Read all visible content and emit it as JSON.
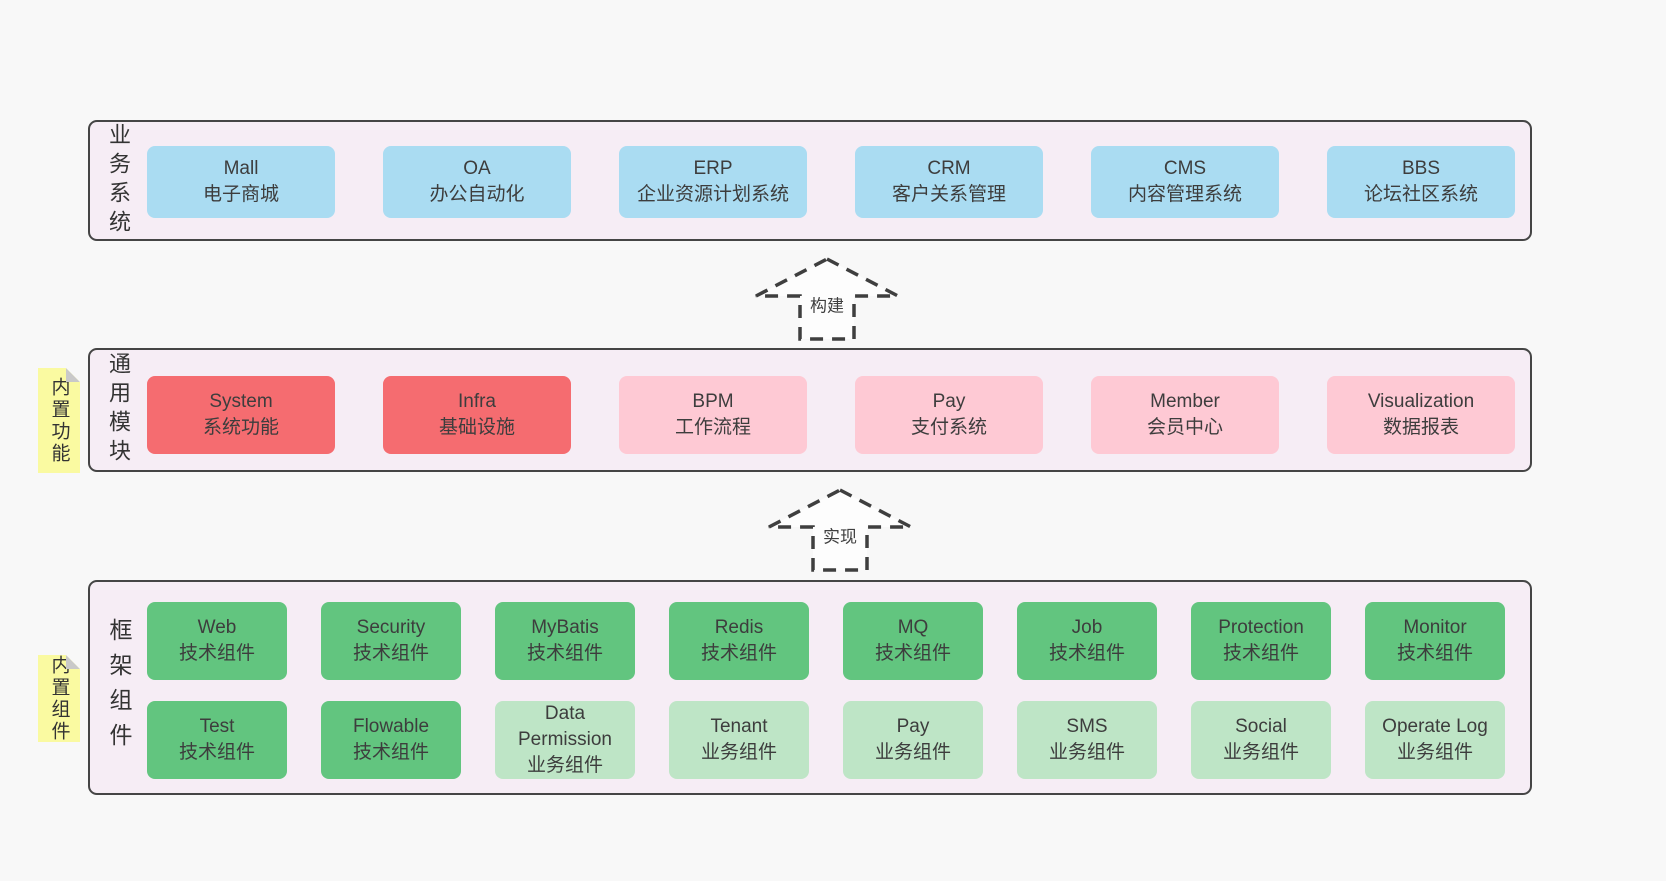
{
  "diagram": {
    "background": "#f8f8f8",
    "panel_bg": "#f6edf5",
    "colors": {
      "blue": "#aadcf2",
      "red": "#f56c70",
      "pink": "#fec9d4",
      "green": "#62c57f",
      "light_green": "#bee5c6",
      "note_yellow": "#fafaa1",
      "border": "#454545"
    },
    "sections": {
      "business": {
        "label": "业务系统",
        "boxes": [
          {
            "title": "Mall",
            "subtitle": "电子商城",
            "variant": "blue"
          },
          {
            "title": "OA",
            "subtitle": "办公自动化",
            "variant": "blue"
          },
          {
            "title": "ERP",
            "subtitle": "企业资源计划系统",
            "variant": "blue"
          },
          {
            "title": "CRM",
            "subtitle": "客户关系管理",
            "variant": "blue"
          },
          {
            "title": "CMS",
            "subtitle": "内容管理系统",
            "variant": "blue"
          },
          {
            "title": "BBS",
            "subtitle": "论坛社区系统",
            "variant": "blue"
          }
        ]
      },
      "modules": {
        "label": "通用模块",
        "note": "内置功能",
        "boxes": [
          {
            "title": "System",
            "subtitle": "系统功能",
            "variant": "red"
          },
          {
            "title": "Infra",
            "subtitle": "基础设施",
            "variant": "red"
          },
          {
            "title": "BPM",
            "subtitle": "工作流程",
            "variant": "pink"
          },
          {
            "title": "Pay",
            "subtitle": "支付系统",
            "variant": "pink"
          },
          {
            "title": "Member",
            "subtitle": "会员中心",
            "variant": "pink"
          },
          {
            "title": "Visualization",
            "subtitle": "数据报表",
            "variant": "pink"
          }
        ]
      },
      "framework": {
        "label": "框架组件",
        "note": "内置组件",
        "row1": [
          {
            "title": "Web",
            "subtitle": "技术组件",
            "variant": "green"
          },
          {
            "title": "Security",
            "subtitle": "技术组件",
            "variant": "green"
          },
          {
            "title": "MyBatis",
            "subtitle": "技术组件",
            "variant": "green"
          },
          {
            "title": "Redis",
            "subtitle": "技术组件",
            "variant": "green"
          },
          {
            "title": "MQ",
            "subtitle": "技术组件",
            "variant": "green"
          },
          {
            "title": "Job",
            "subtitle": "技术组件",
            "variant": "green"
          },
          {
            "title": "Protection",
            "subtitle": "技术组件",
            "variant": "green"
          },
          {
            "title": "Monitor",
            "subtitle": "技术组件",
            "variant": "green"
          }
        ],
        "row2": [
          {
            "title": "Test",
            "subtitle": "技术组件",
            "variant": "green"
          },
          {
            "title": "Flowable",
            "subtitle": "技术组件",
            "variant": "green"
          },
          {
            "title": "Data Permission",
            "subtitle": "业务组件",
            "variant": "lightgreen"
          },
          {
            "title": "Tenant",
            "subtitle": "业务组件",
            "variant": "lightgreen"
          },
          {
            "title": "Pay",
            "subtitle": "业务组件",
            "variant": "lightgreen"
          },
          {
            "title": "SMS",
            "subtitle": "业务组件",
            "variant": "lightgreen"
          },
          {
            "title": "Social",
            "subtitle": "业务组件",
            "variant": "lightgreen"
          },
          {
            "title": "Operate Log",
            "subtitle": "业务组件",
            "variant": "lightgreen"
          }
        ]
      }
    },
    "arrows": {
      "build": "构建",
      "implement": "实现"
    }
  }
}
